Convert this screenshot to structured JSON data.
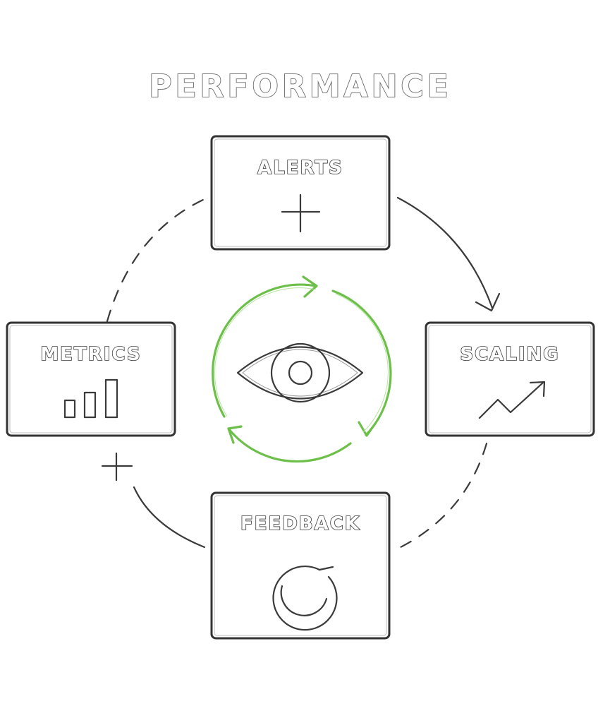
{
  "title": "PERFORMANCE",
  "nodes": {
    "alerts": {
      "label": "ALERTS",
      "icon": "plus-icon"
    },
    "scaling": {
      "label": "SCALING",
      "icon": "trend-up-arrow-icon"
    },
    "feedback": {
      "label": "FEEDBACK",
      "icon": "refresh-loop-icon"
    },
    "metrics": {
      "label": "METRICS",
      "icon": "bar-chart-icon"
    }
  },
  "center": {
    "icon": "eye-icon",
    "cycle_icon": "cycle-arrows-icon"
  },
  "colors": {
    "line": "#3a3a3a",
    "box_border": "#333333",
    "accent_green": "#6cc04a",
    "background": "#ffffff"
  }
}
